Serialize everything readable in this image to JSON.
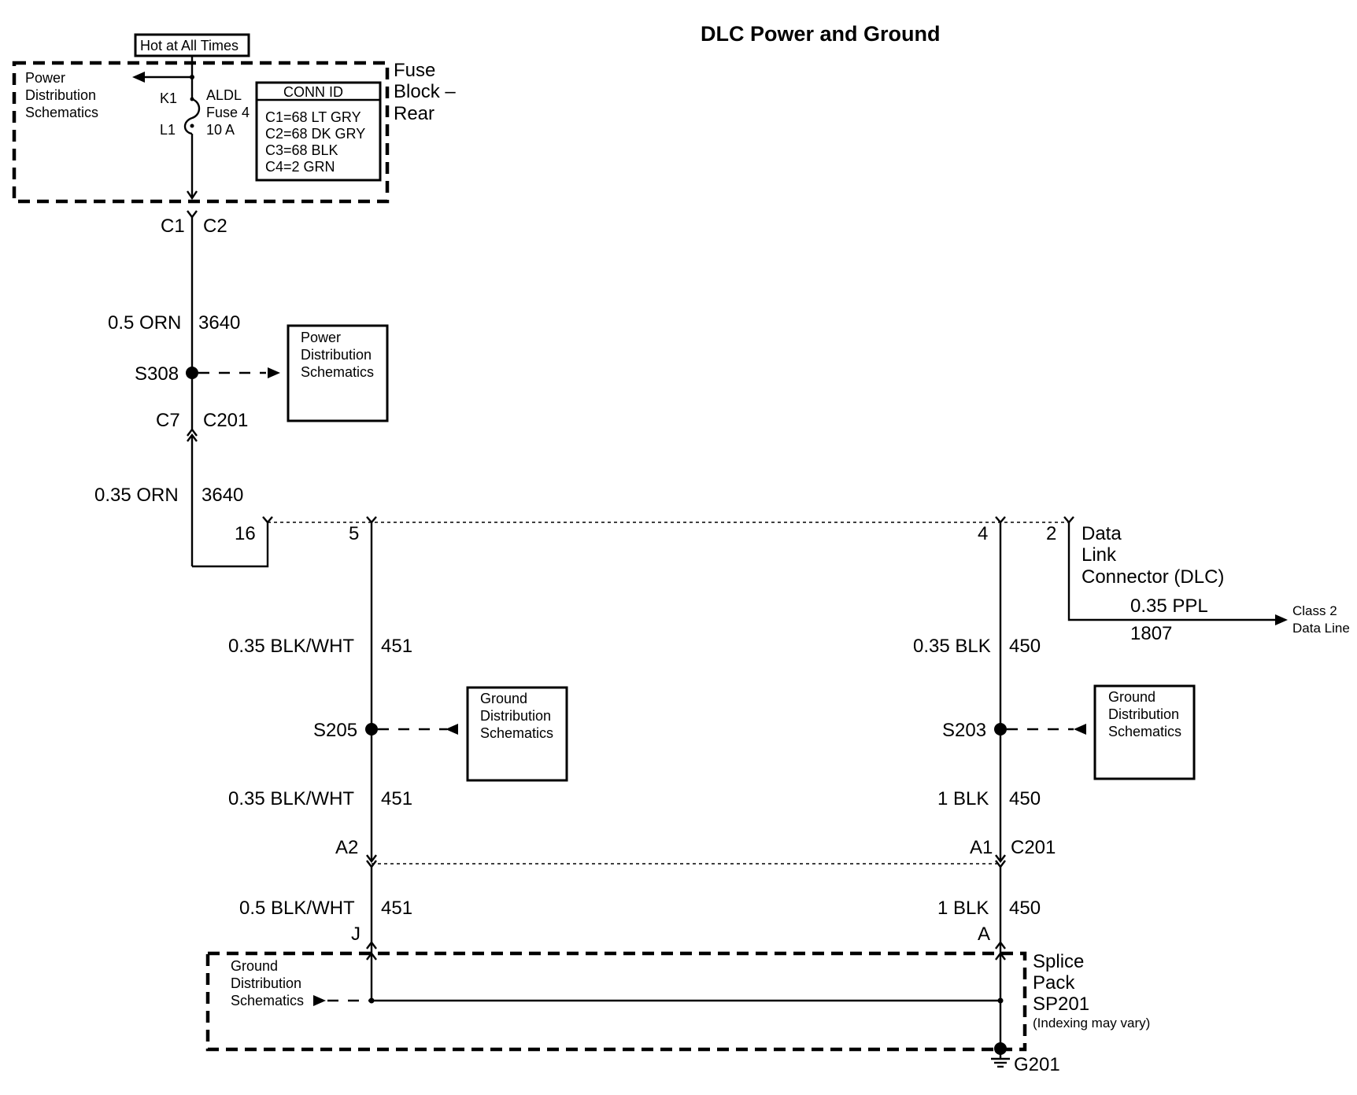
{
  "title": "DLC Power and Ground",
  "hot_label": "Hot at All Times",
  "fuse_block": {
    "name_lines": [
      "Fuse",
      "Block –",
      "Rear"
    ],
    "power_dist": [
      "Power",
      "Distribution",
      "Schematics"
    ],
    "pin_k1": "K1",
    "pin_l1": "L1",
    "fuse_lines": [
      "ALDL",
      "Fuse 4",
      "10 A"
    ],
    "conn_id": {
      "header": "CONN ID",
      "lines": [
        "C1=68 LT GRY",
        "C2=68 DK GRY",
        "C3=68 BLK",
        "C4=2 GRN"
      ]
    },
    "connector": [
      "C1",
      "C2"
    ]
  },
  "wire_feed": {
    "upper": {
      "gauge": "0.5 ORN",
      "circuit": "3640"
    },
    "splice": "S308",
    "power_dist_box": [
      "Power",
      "Distribution",
      "Schematics"
    ],
    "connector": [
      "C7",
      "C201"
    ],
    "lower": {
      "gauge": "0.35 ORN",
      "circuit": "3640"
    }
  },
  "dlc": {
    "name_lines": [
      "Data",
      "Link",
      "Connector (DLC)"
    ],
    "pins": [
      "16",
      "5",
      "4",
      "2"
    ],
    "data_wire": {
      "gauge": "0.35 PPL",
      "circuit": "1807"
    },
    "data_dest": [
      "Class 2",
      "Data Line"
    ]
  },
  "left_branch": {
    "upper": {
      "gauge": "0.35 BLK/WHT",
      "circuit": "451"
    },
    "splice": "S205",
    "ground_box": [
      "Ground",
      "Distribution",
      "Schematics"
    ],
    "middle": {
      "gauge": "0.35 BLK/WHT",
      "circuit": "451"
    },
    "connector_pin": "A2",
    "lower": {
      "gauge": "0.5 BLK/WHT",
      "circuit": "451"
    },
    "pack_pin": "J"
  },
  "right_branch": {
    "upper": {
      "gauge": "0.35 BLK",
      "circuit": "450"
    },
    "splice": "S203",
    "ground_box": [
      "Ground",
      "Distribution",
      "Schematics"
    ],
    "middle": {
      "gauge": "1 BLK",
      "circuit": "450"
    },
    "connector_pin": "A1",
    "connector": "C201",
    "lower": {
      "gauge": "1 BLK",
      "circuit": "450"
    },
    "pack_pin": "A"
  },
  "splice_pack": {
    "name_lines": [
      "Splice",
      "Pack",
      "SP201"
    ],
    "note": "(Indexing may vary)",
    "ground_dist": [
      "Ground",
      "Distribution",
      "Schematics"
    ]
  },
  "ground": "G201"
}
